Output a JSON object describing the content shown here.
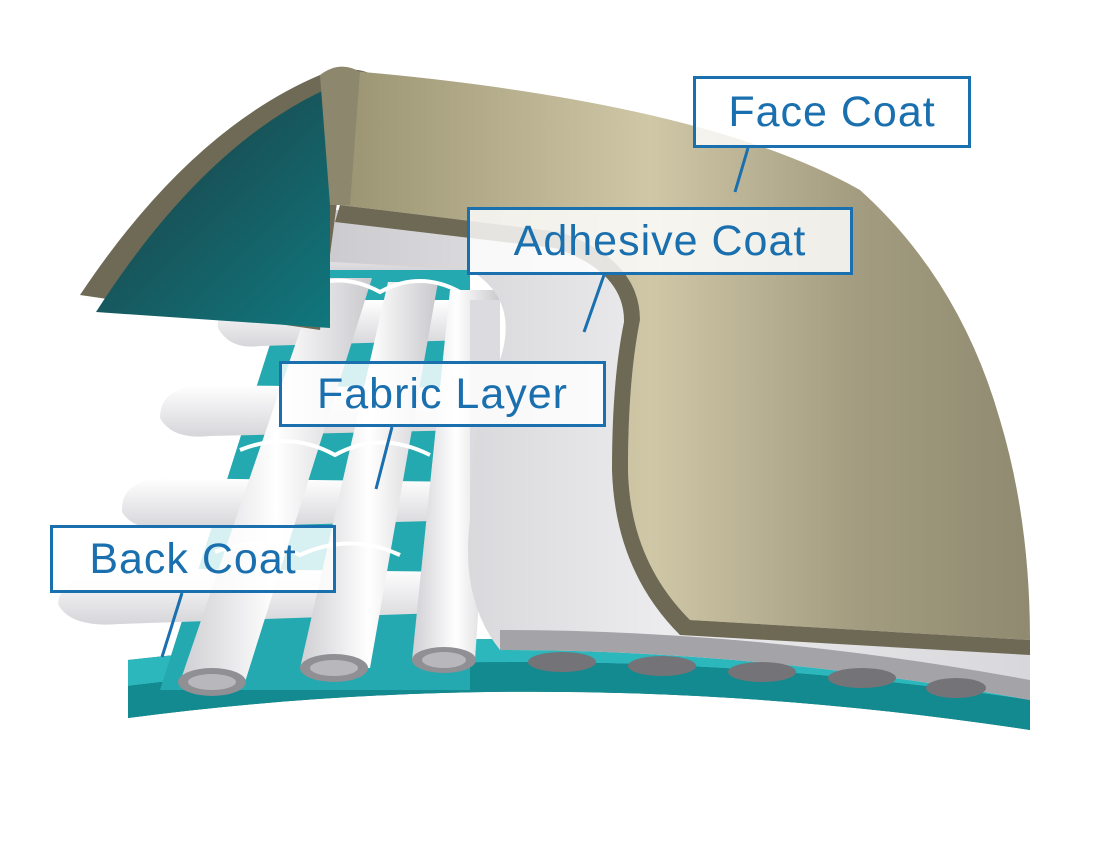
{
  "labels": {
    "face_coat": "Face Coat",
    "adhesive_coat": "Adhesive Coat",
    "fabric_layer": "Fabric Layer",
    "back_coat": "Back Coat"
  },
  "colors": {
    "label_border": "#1a6fae",
    "label_text": "#1a6fae",
    "face_coat": "#a9a183",
    "face_coat_edge": "#6c6754",
    "back_coat": "#1a8d93",
    "back_coat_dark": "#0c5f66",
    "fabric": "#e7e7e9",
    "adhesive": "#dedee0"
  },
  "layers": [
    "face_coat",
    "adhesive_coat",
    "fabric_layer",
    "back_coat"
  ]
}
